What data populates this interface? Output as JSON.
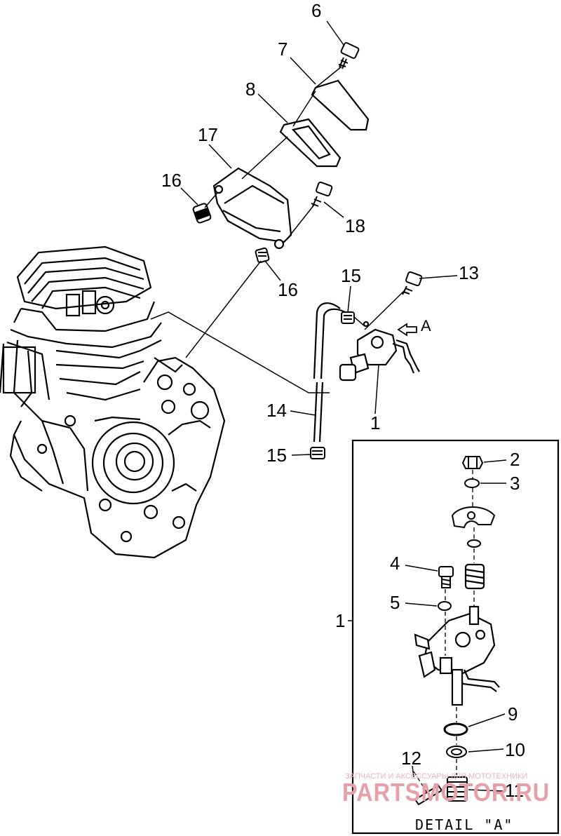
{
  "callouts": {
    "c1a": "1",
    "c1b": "1",
    "c2": "2",
    "c3": "3",
    "c4": "4",
    "c5": "5",
    "c6": "6",
    "c7": "7",
    "c8": "8",
    "c9": "9",
    "c10": "10",
    "c11": "11",
    "c12": "12",
    "c13": "13",
    "c14": "14",
    "c15a": "15",
    "c15b": "15",
    "c16a": "16",
    "c16b": "16",
    "c17": "17",
    "c18": "18",
    "cA": "A"
  },
  "detail_label": "DETAIL \"A\"",
  "watermark": {
    "line1": "ЗАПЧАСТИ И АКСЕССУАРЫ ДЛЯ МОТОТЕХНИКИ",
    "line2": "PARTSMOTOR.RU"
  }
}
